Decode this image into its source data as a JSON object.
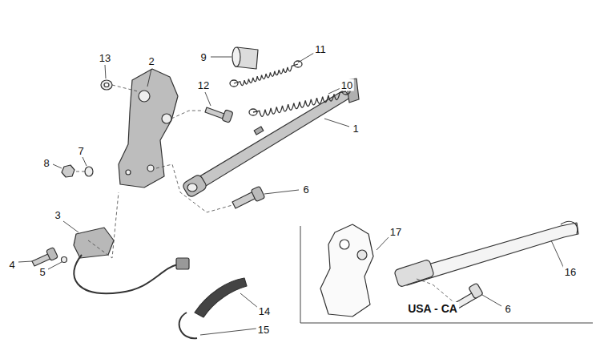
{
  "diagram": {
    "labels": [
      "13",
      "2",
      "9",
      "11",
      "10",
      "12",
      "1",
      "8",
      "7",
      "6",
      "3",
      "4",
      "5",
      "17",
      "16",
      "14",
      "15",
      "6",
      "USA - CA"
    ]
  }
}
